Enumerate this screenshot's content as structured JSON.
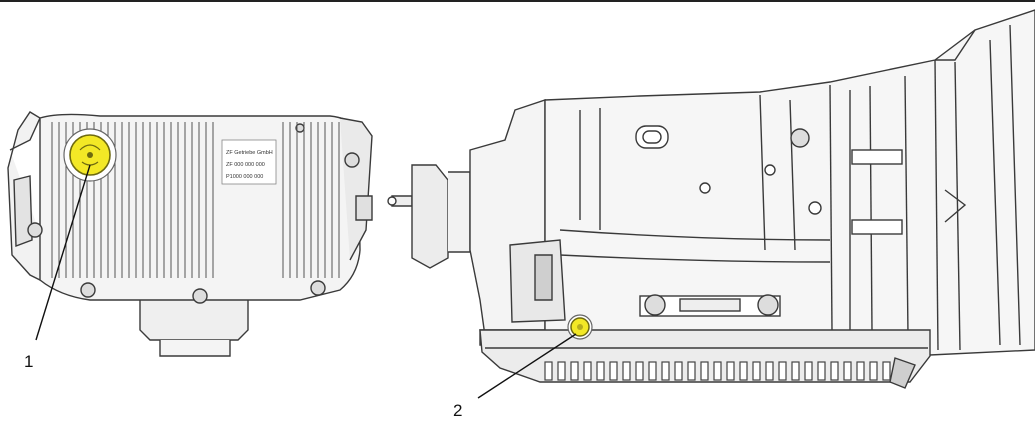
{
  "callouts": [
    {
      "label": "1",
      "target": "oil-filler-plug"
    },
    {
      "label": "2",
      "target": "oil-drain-plug"
    }
  ],
  "pan_label": {
    "line1": "ZF Getriebe GmbH",
    "line2": "ZF 000 000 000",
    "line3": "P1000 000 000"
  },
  "colors": {
    "line": "#3a3a3a",
    "fill_light": "#f2f2f2",
    "fill_mid": "#d9d9d9",
    "plug_yellow": "#f3e826",
    "plug_outline": "#6e6a10"
  }
}
